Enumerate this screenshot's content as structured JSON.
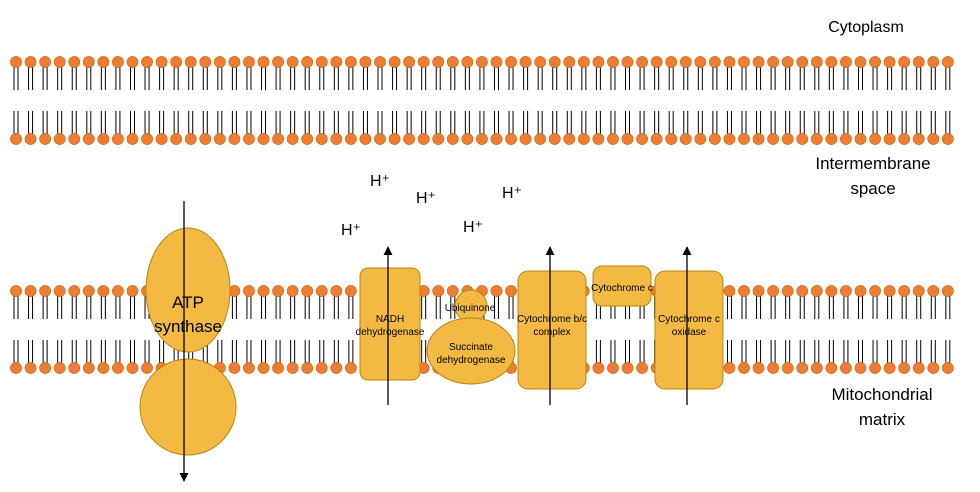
{
  "regions": {
    "cytoplasm": "Cytoplasm",
    "intermembrane_line1": "Intermembrane",
    "intermembrane_line2": "space",
    "matrix_line1": "Mitochondrial",
    "matrix_line2": "matrix"
  },
  "protons": [
    "H⁺",
    "H⁺",
    "H⁺",
    "H⁺",
    "H⁺"
  ],
  "complexes": {
    "atp_line1": "ATP",
    "atp_line2": "synthase",
    "nadh_line1": "NADH",
    "nadh_line2": "dehydrogenase",
    "ubiquinone": "Ubiquinone",
    "succinate_line1": "Succinate",
    "succinate_line2": "dehydrogenase",
    "cytbc1_line1": "Cytochrome b/c",
    "cytbc1_line2": "complex",
    "cytc": "Cytochrome c",
    "oxidase_line1": "Cytochrome c",
    "oxidase_line2": "oxidase"
  },
  "colors": {
    "lipid_head": "#ED7D31",
    "lipid_head_stroke": "#C5651F",
    "protein_fill": "#F4B942",
    "protein_stroke": "#B8860B",
    "tail": "#000000"
  }
}
